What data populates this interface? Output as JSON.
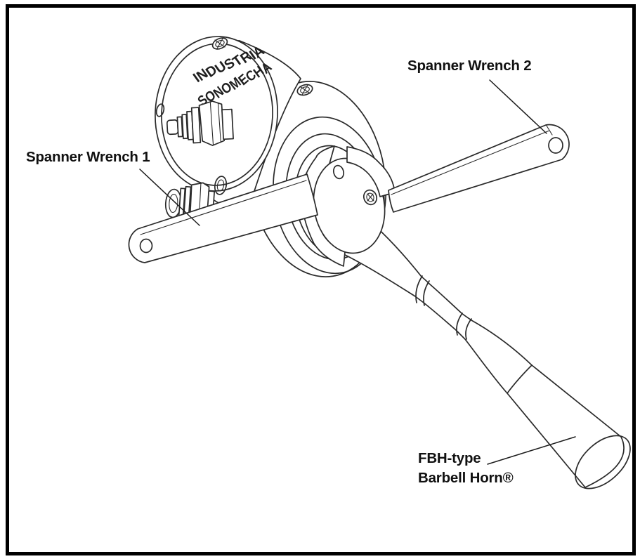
{
  "figure": {
    "description": "Isometric line drawing of an ultrasonic transducer assembly held by two spanner wrenches with an FBH-type barbell horn attached",
    "labels": {
      "wrench1": "Spanner Wrench 1",
      "wrench2": "Spanner Wrench 2",
      "horn_line1": "FBH-type",
      "horn_line2": "Barbell Horn®"
    },
    "device_markings": {
      "line1": "INDUSTRIA",
      "line2": "SONOMECHA"
    },
    "colors": {
      "line": "#2a2a2a",
      "label_text": "#111111",
      "background": "#ffffff",
      "border": "#000000"
    }
  }
}
